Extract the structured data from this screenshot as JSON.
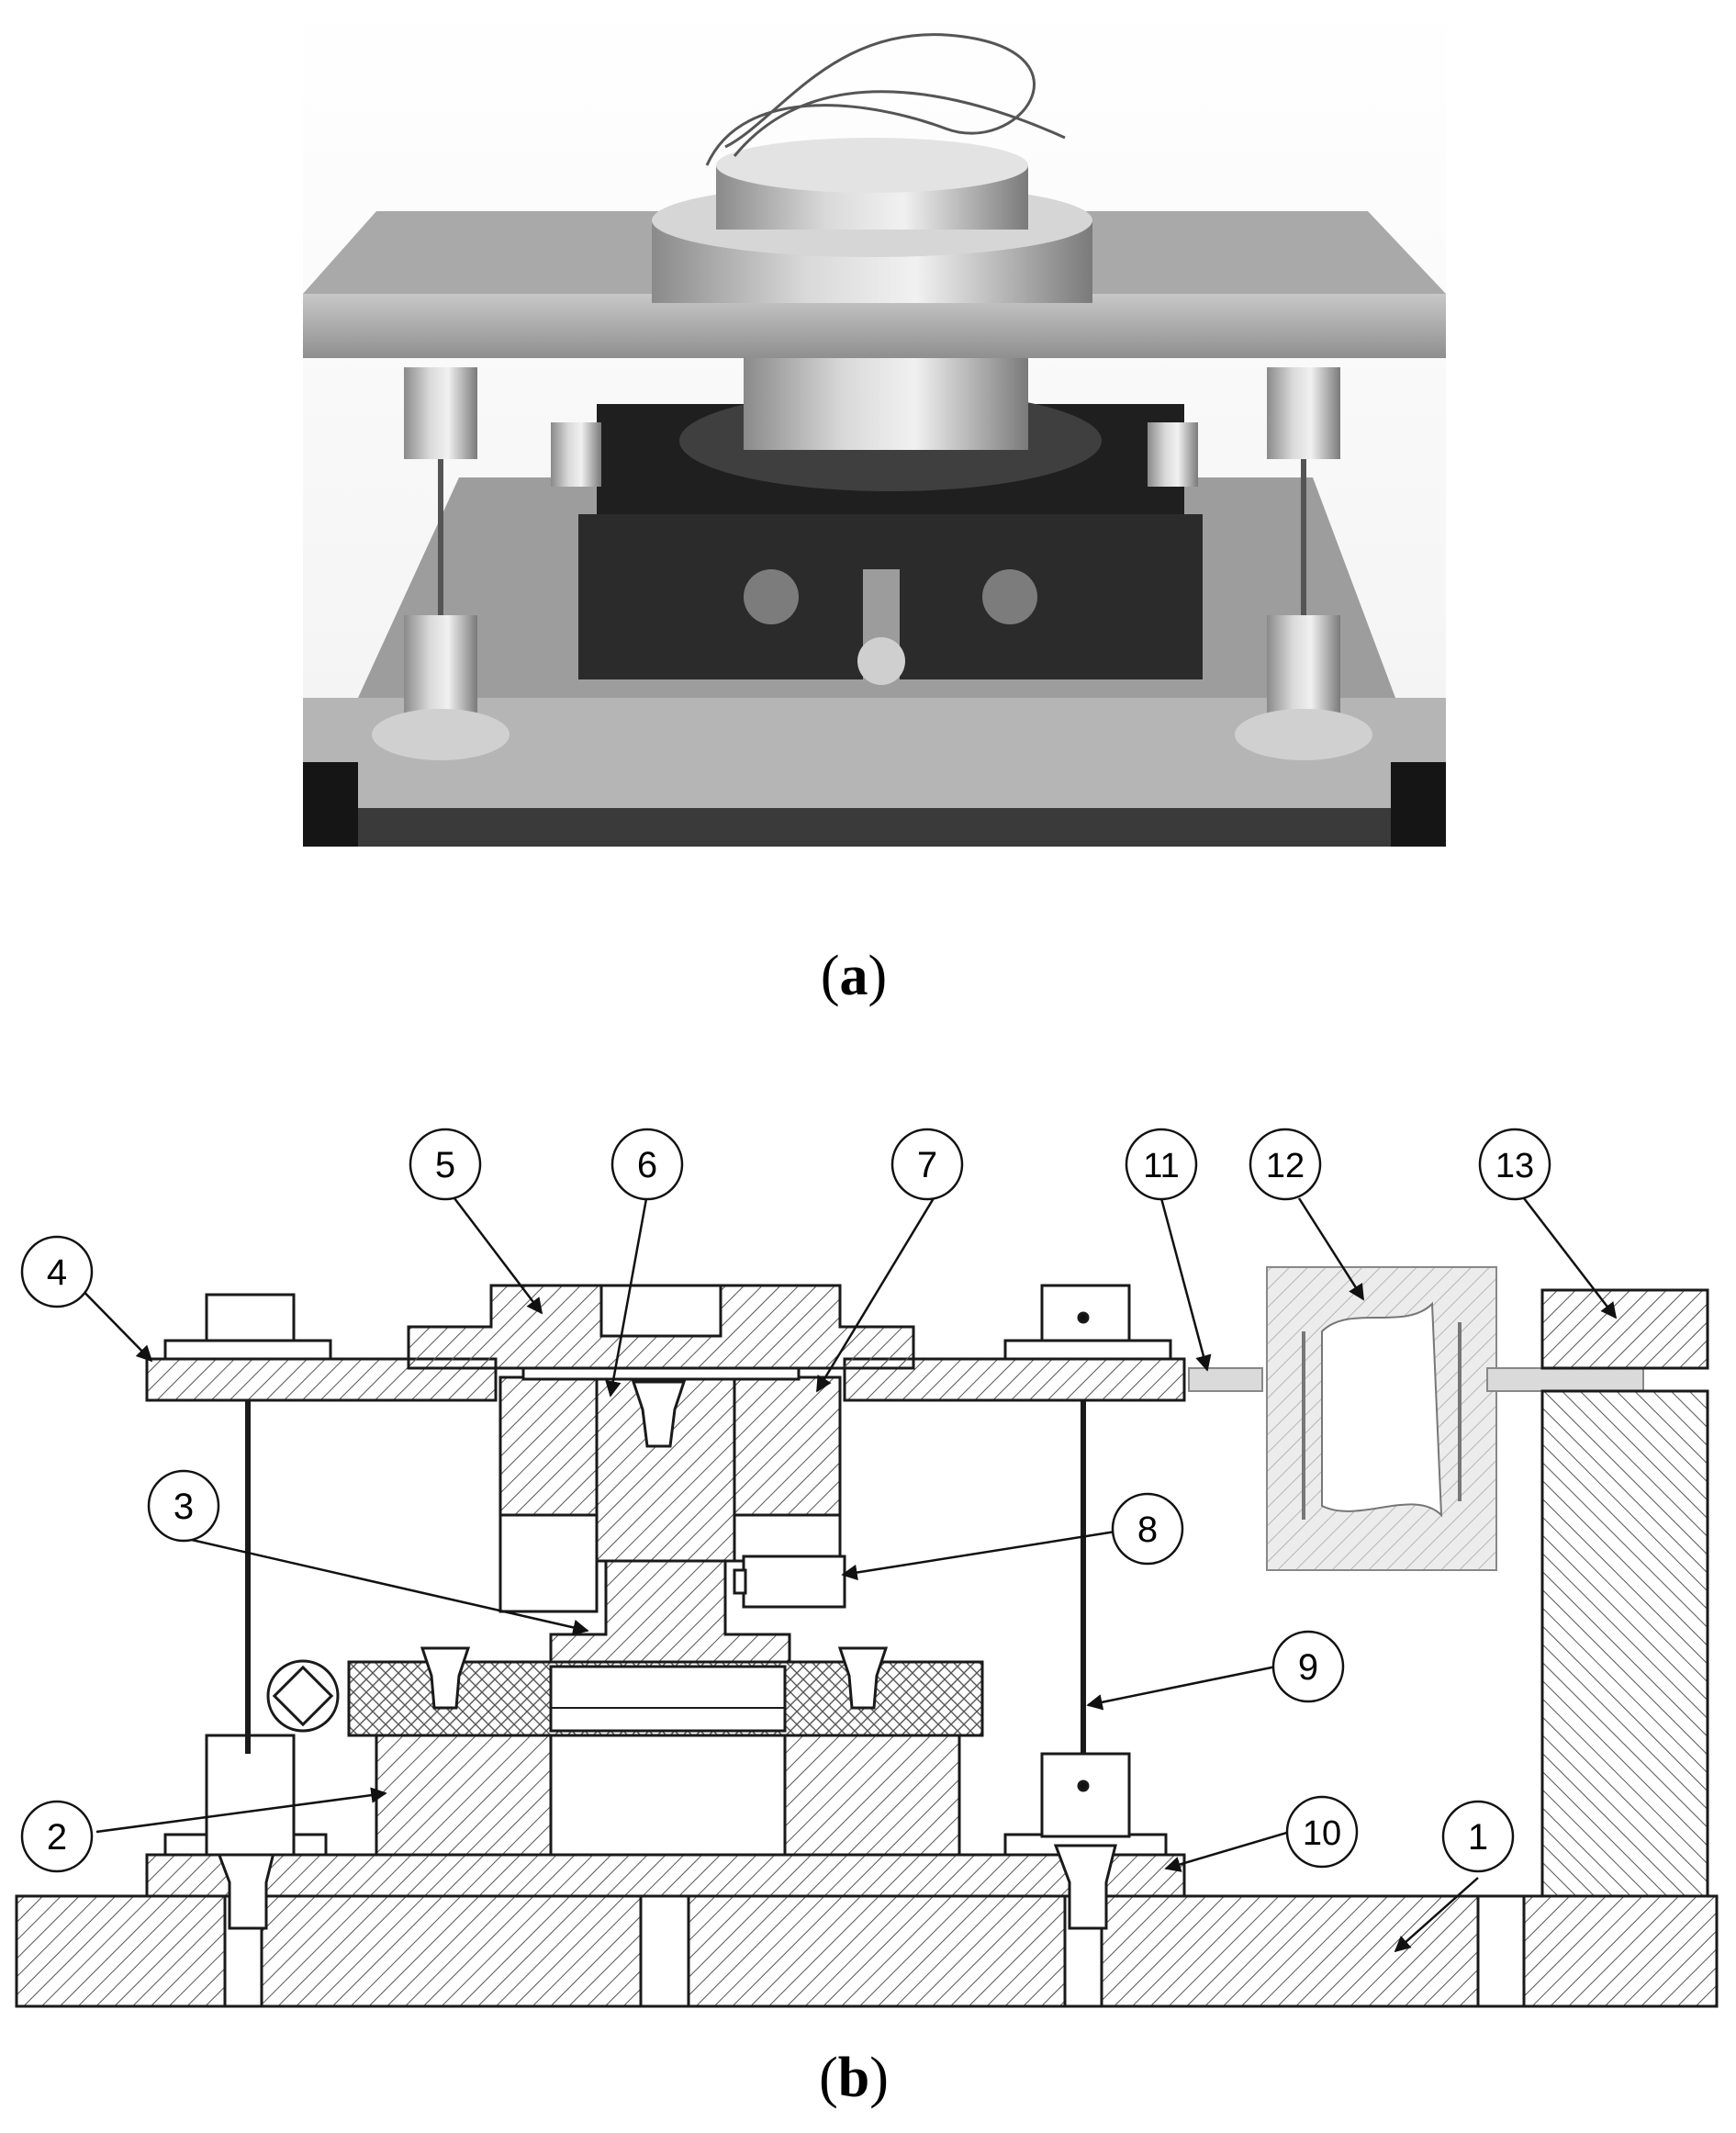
{
  "figure": {
    "panel_a_label": "a",
    "panel_b_label": "b"
  },
  "callouts": [
    "1",
    "2",
    "3",
    "4",
    "5",
    "6",
    "7",
    "8",
    "9",
    "10",
    "11",
    "12",
    "13"
  ],
  "colors": {
    "line": "#1a1a1a",
    "hatch": "#444444",
    "fill": "#ffffff",
    "light_part": "#dcdcdc"
  }
}
